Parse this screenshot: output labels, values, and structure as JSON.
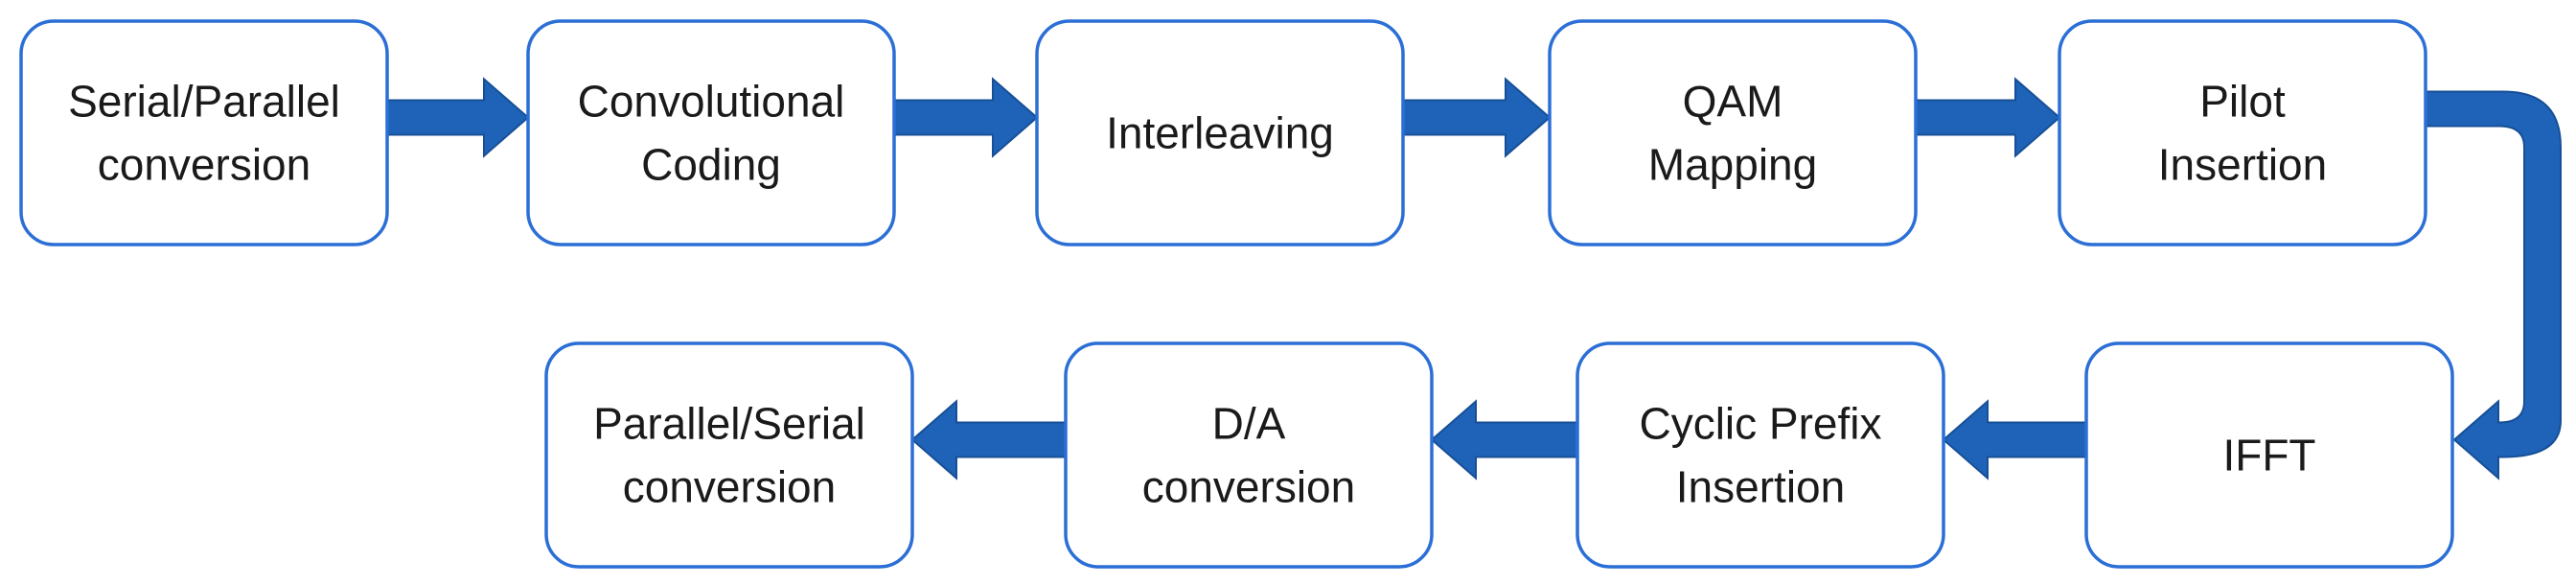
{
  "diagram": {
    "title": "",
    "colors": {
      "box_border": "#2b6fd6",
      "arrow": "#1e63b8",
      "text": "#1a1a1a"
    },
    "nodes": [
      {
        "id": "serial-parallel",
        "lines": [
          "Serial/Parallel",
          "conversion"
        ]
      },
      {
        "id": "convolutional-coding",
        "lines": [
          "Convolutional",
          "Coding"
        ]
      },
      {
        "id": "interleaving",
        "lines": [
          "Interleaving"
        ]
      },
      {
        "id": "qam-mapping",
        "lines": [
          "QAM",
          "Mapping"
        ]
      },
      {
        "id": "pilot-insertion",
        "lines": [
          "Pilot",
          "Insertion"
        ]
      },
      {
        "id": "ifft",
        "lines": [
          "IFFT"
        ]
      },
      {
        "id": "cyclic-prefix",
        "lines": [
          "Cyclic Prefix",
          "Insertion"
        ]
      },
      {
        "id": "da-conversion",
        "lines": [
          "D/A",
          "conversion"
        ]
      },
      {
        "id": "parallel-serial",
        "lines": [
          "Parallel/Serial",
          "conversion"
        ]
      }
    ],
    "edges": [
      {
        "from": "serial-parallel",
        "to": "convolutional-coding"
      },
      {
        "from": "convolutional-coding",
        "to": "interleaving"
      },
      {
        "from": "interleaving",
        "to": "qam-mapping"
      },
      {
        "from": "qam-mapping",
        "to": "pilot-insertion"
      },
      {
        "from": "pilot-insertion",
        "to": "ifft"
      },
      {
        "from": "ifft",
        "to": "cyclic-prefix"
      },
      {
        "from": "cyclic-prefix",
        "to": "da-conversion"
      },
      {
        "from": "da-conversion",
        "to": "parallel-serial"
      }
    ]
  }
}
